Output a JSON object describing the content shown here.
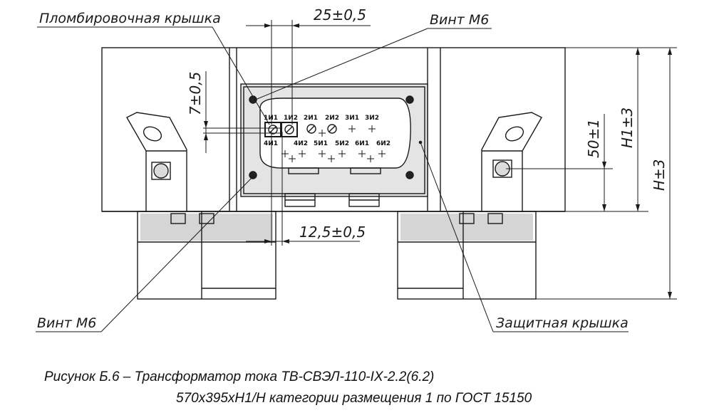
{
  "labels": {
    "seal_cover": "Пломбировочная крышка",
    "screw_top": "Винт М6",
    "screw_bottom": "Винт М6",
    "protective_cover": "Защитная крышка"
  },
  "dimensions": {
    "top_width": "25±0,5",
    "bottom_width": "12,5±0,5",
    "left_vertical": "7±0,5",
    "right_50": "50±1",
    "right_h1": "H1±3",
    "right_h": "H±3"
  },
  "terminals": {
    "row1": [
      "1И1",
      "1И2",
      "2И1",
      "2И2",
      "3И1",
      "3И2"
    ],
    "row2": [
      "4И1",
      "4И2",
      "5И1",
      "5И2",
      "6И1",
      "6И2"
    ]
  },
  "caption": {
    "line1": "Рисунок Б.6 – Трансформатор тока ТВ-СВЭЛ-110-IX-2.2(6.2)",
    "line2": "570x395xH1/H категории размещения 1 по ГОСТ 15150"
  },
  "colors": {
    "stroke": "#1a1a1a",
    "shade": "#c8c8c8",
    "light": "#e4e4e4"
  }
}
